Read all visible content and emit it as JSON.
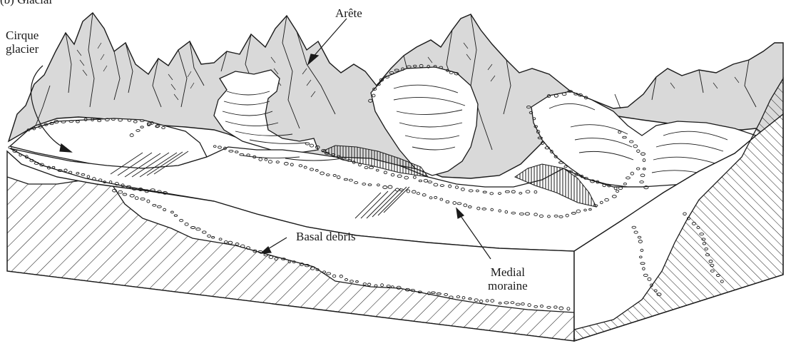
{
  "figure": {
    "caption_fragment": "(b) Glacial"
  },
  "labels": {
    "arete": "Arête",
    "cirque_line1": "Cirque",
    "cirque_line2": "glacier",
    "basal_debris": "Basal debris",
    "medial_line1": "Medial",
    "medial_line2": "moraine"
  },
  "colors": {
    "ink": "#1a1a1a",
    "rock": "#d9d9d9",
    "ice": "#ffffff"
  }
}
